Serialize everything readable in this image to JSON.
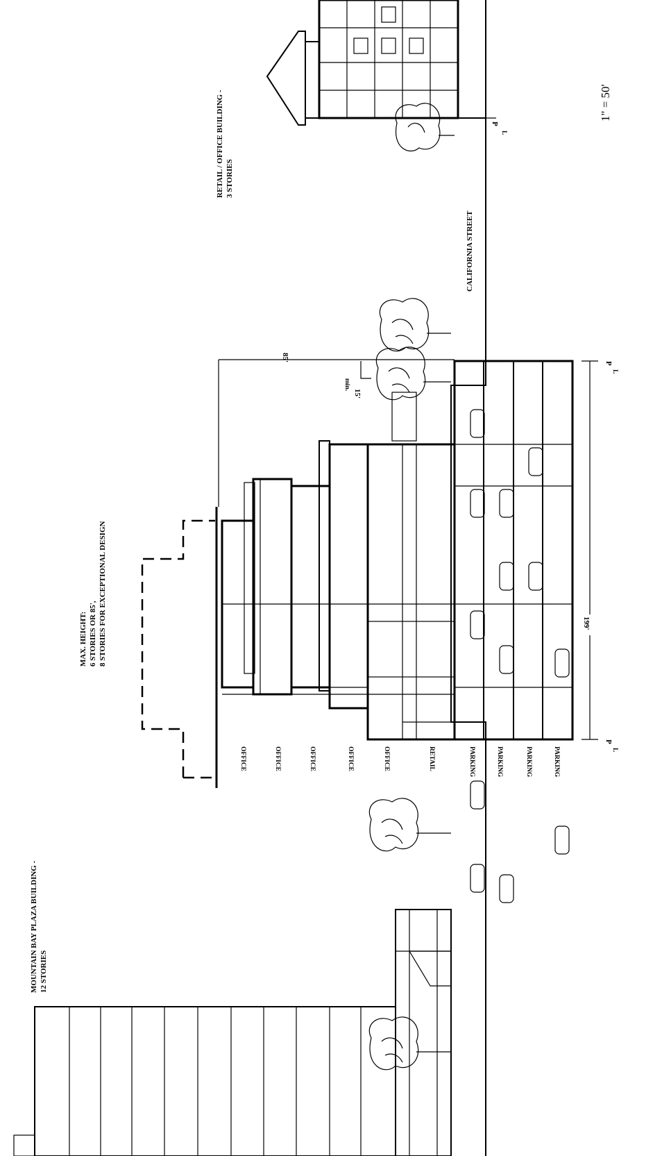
{
  "labels": {
    "mountain_bay": "MOUNTAIN BAY PLAZA BUILDING -",
    "mountain_bay_stories": "12 STORIES",
    "retail_office": "RETAIL / OFFICE BUILDING -",
    "retail_office_stories": "3 STORIES",
    "max_height_1": "MAX. HEIGHT:",
    "max_height_2": "6 STORIES OR 85',",
    "max_height_3": "8 STORIES FOR EXCEPTIONAL DESIGN",
    "california_street": "CALIFORNIA STREET",
    "dim_height": "85'",
    "dim_setback_1": "min.",
    "dim_setback_2": "15'",
    "dim_width": "199'",
    "scale": "1\" = 50'",
    "property_line": "P",
    "property_line_sub": "L"
  },
  "floors": [
    {
      "label": "OFFICE"
    },
    {
      "label": "OFFICE"
    },
    {
      "label": "OFFICE"
    },
    {
      "label": "OFFICE"
    },
    {
      "label": "OFFICE"
    },
    {
      "label": "RETAIL"
    },
    {
      "label": "PARKING"
    },
    {
      "label": "PARKING"
    },
    {
      "label": "PARKING"
    },
    {
      "label": "PARKING"
    }
  ]
}
